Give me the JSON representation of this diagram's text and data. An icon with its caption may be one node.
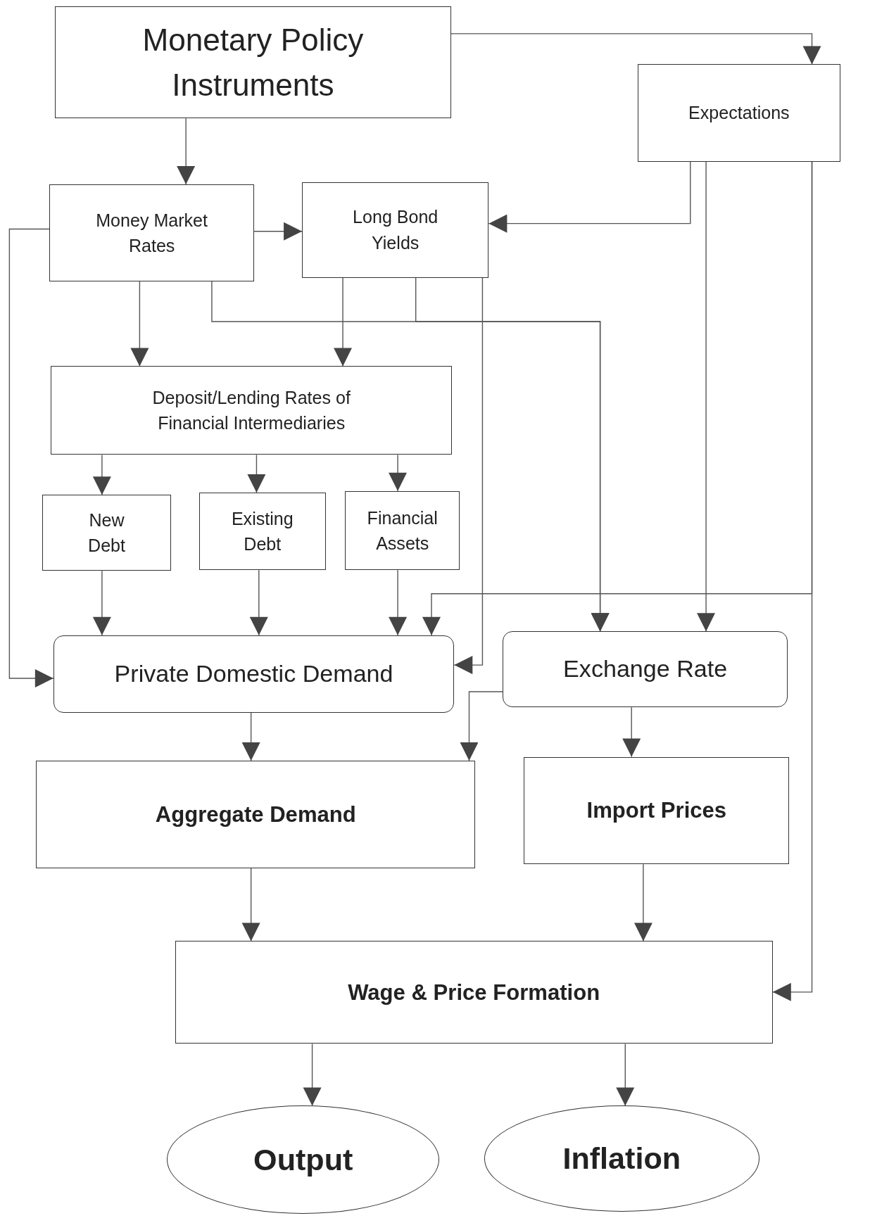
{
  "diagram": {
    "nodes": [
      {
        "text": [
          "Monetary Policy Instruments"
        ]
      },
      {
        "text": [
          "Expectations"
        ]
      },
      {
        "text": [
          "Money Market Rates"
        ]
      },
      {
        "text": [
          "Long Bond Yields"
        ]
      },
      {
        "text": [
          "Deposit/Lending Rates of Financial Intermediaries"
        ]
      },
      {
        "text": [
          "New Debt"
        ]
      },
      {
        "text": [
          "Existing Debt"
        ]
      },
      {
        "text": [
          "Financial Assets"
        ]
      },
      {
        "text": [
          "Private Domestic Demand"
        ]
      },
      {
        "text": [
          "Exchange Rate"
        ]
      },
      {
        "text": [
          "Aggregate Demand"
        ]
      },
      {
        "text": [
          "Import Prices"
        ]
      },
      {
        "text": [
          "Wage & Price Formation"
        ]
      },
      {
        "text": [
          "Output"
        ]
      },
      {
        "text": [
          "Inflation"
        ]
      }
    ],
    "edges": [
      {
        "from": 0,
        "to": 1,
        "arrow": "to"
      },
      {
        "from": 0,
        "to": 2,
        "arrow": "to"
      },
      {
        "from": 1,
        "to": 3,
        "arrow": "to"
      },
      {
        "from": 1,
        "to": 9,
        "arrow": "to"
      },
      {
        "from": 1,
        "to": 12,
        "arrow": "to"
      },
      {
        "from": 1,
        "to": 8,
        "arrow": "to"
      },
      {
        "from": 2,
        "to": 3,
        "arrow": "to"
      },
      {
        "from": 2,
        "to": 4,
        "arrow": "to"
      },
      {
        "from": 2,
        "to": 8,
        "arrow": "to"
      },
      {
        "from": 2,
        "to": 9,
        "arrow": "to"
      },
      {
        "from": 3,
        "to": 4,
        "arrow": "to"
      },
      {
        "from": 3,
        "to": 9,
        "arrow": "to"
      },
      {
        "from": 3,
        "to": 8,
        "arrow": "to"
      },
      {
        "from": 4,
        "to": 5,
        "arrow": "to"
      },
      {
        "from": 4,
        "to": 6,
        "arrow": "to"
      },
      {
        "from": 4,
        "to": 7,
        "arrow": "to"
      },
      {
        "from": 5,
        "to": 8,
        "arrow": "to"
      },
      {
        "from": 6,
        "to": 8,
        "arrow": "to"
      },
      {
        "from": 7,
        "to": 8,
        "arrow": "to"
      },
      {
        "from": 8,
        "to": 10,
        "arrow": "to"
      },
      {
        "from": 9,
        "to": 10,
        "arrow": "to"
      },
      {
        "from": 9,
        "to": 11,
        "arrow": "to"
      },
      {
        "from": 10,
        "to": 12,
        "arrow": "to"
      },
      {
        "from": 11,
        "to": 12,
        "arrow": "to"
      },
      {
        "from": 12,
        "to": 13,
        "arrow": "to"
      },
      {
        "from": 12,
        "to": 14,
        "arrow": "to"
      }
    ]
  }
}
